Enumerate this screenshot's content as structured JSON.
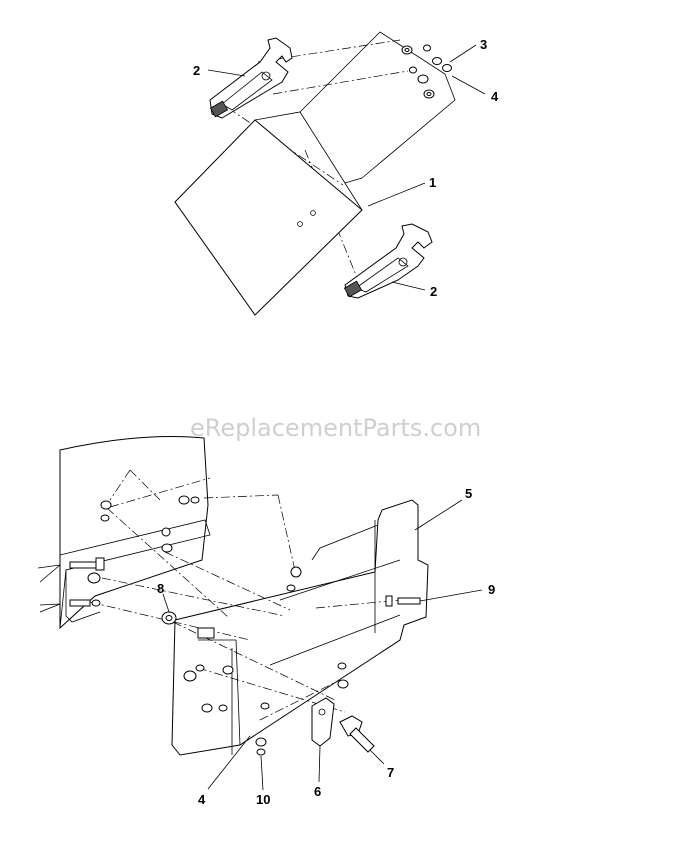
{
  "watermark": "eReplacementParts.com",
  "callouts": {
    "top_1": "1",
    "top_2a": "2",
    "top_2b": "2",
    "top_3": "3",
    "top_4": "4",
    "bot_4": "4",
    "bot_5": "5",
    "bot_6": "6",
    "bot_7": "7",
    "bot_8": "8",
    "bot_9": "9",
    "bot_10": "10"
  }
}
